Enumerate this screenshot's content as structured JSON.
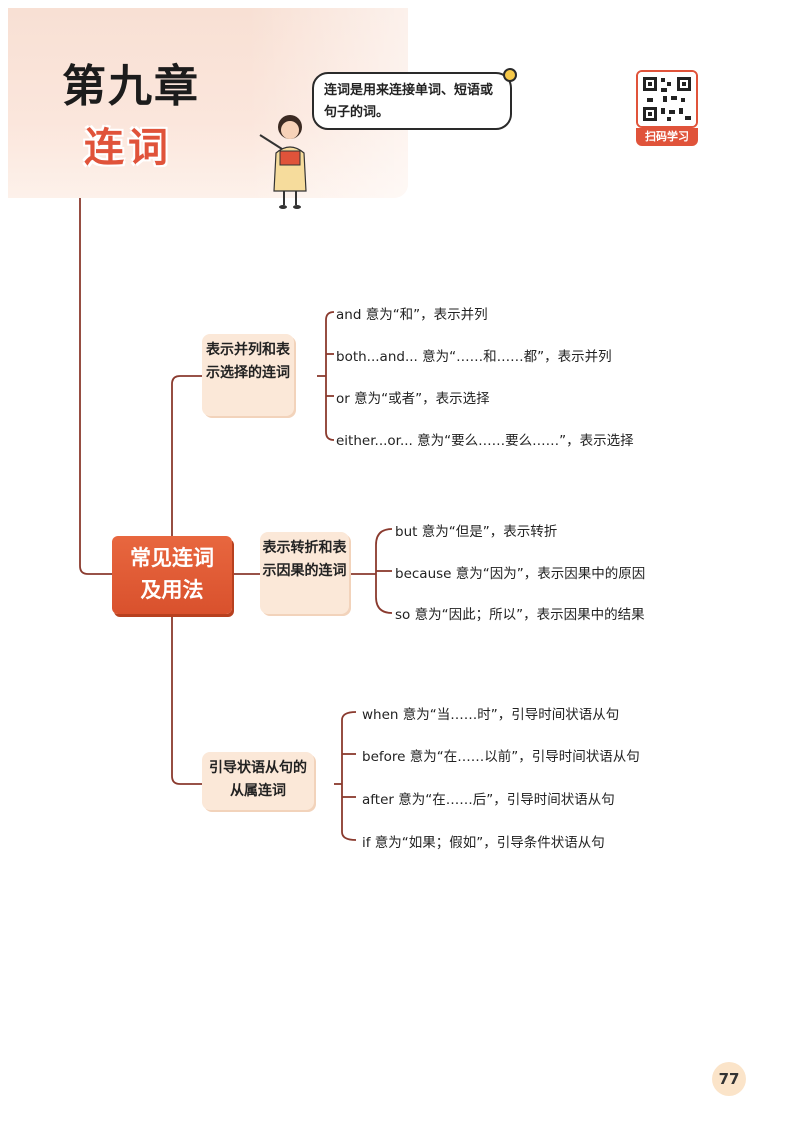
{
  "header": {
    "chapter_number": "第九章",
    "chapter_title": "连词",
    "bubble_text": "连词是用来连接单词、短语或句子的词。",
    "qr_label": "扫码学习"
  },
  "mindmap": {
    "root": "常见连词及用法",
    "branches": [
      {
        "label": "表示并列和表示选择的连词",
        "items": [
          "and 意为“和”，表示并列",
          "both...and... 意为“……和……都”，表示并列",
          "or 意为“或者”，表示选择",
          "either...or... 意为“要么……要么……”，表示选择"
        ]
      },
      {
        "label": "表示转折和表示因果的连词",
        "items": [
          "but 意为“但是”，表示转折",
          "because 意为“因为”，表示因果中的原因",
          "so 意为“因此；所以”，表示因果中的结果"
        ]
      },
      {
        "label": "引导状语从句的从属连词",
        "items": [
          "when 意为“当……时”，引导时间状语从句",
          "before 意为“在……以前”，引导时间状语从句",
          "after 意为“在……后”，引导时间状语从句",
          "if 意为“如果；假如”，引导条件状语从句"
        ]
      }
    ]
  },
  "footer": {
    "page_number": "77"
  },
  "colors": {
    "accent": "#e0533a",
    "connector": "#8a3a2e",
    "node_fill": "#fbe8d8"
  }
}
